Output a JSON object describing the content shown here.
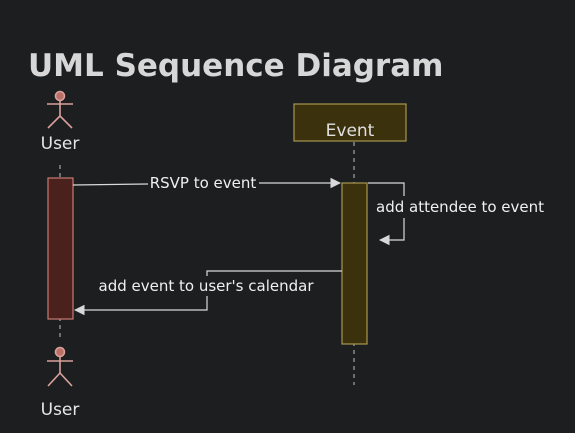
{
  "title": "UML Sequence Diagram",
  "participants": {
    "user": {
      "label": "User",
      "kind": "actor"
    },
    "event": {
      "label": "Event",
      "kind": "object"
    }
  },
  "messages": [
    {
      "label": "RSVP to event",
      "from": "user",
      "to": "event"
    },
    {
      "label": "add attendee to event",
      "from": "event",
      "to": "event"
    },
    {
      "label": "add event to user's calendar",
      "from": "event",
      "to": "user"
    }
  ],
  "colors": {
    "background": "#1d1e20",
    "user_activation_fill": "#4a211d",
    "user_activation_stroke": "#c97a72",
    "actor_stroke": "#d9a19b",
    "actor_head": "#b87067",
    "event_fill": "#3b310d",
    "event_stroke": "#a8964f",
    "line": "#d9d9d9"
  }
}
